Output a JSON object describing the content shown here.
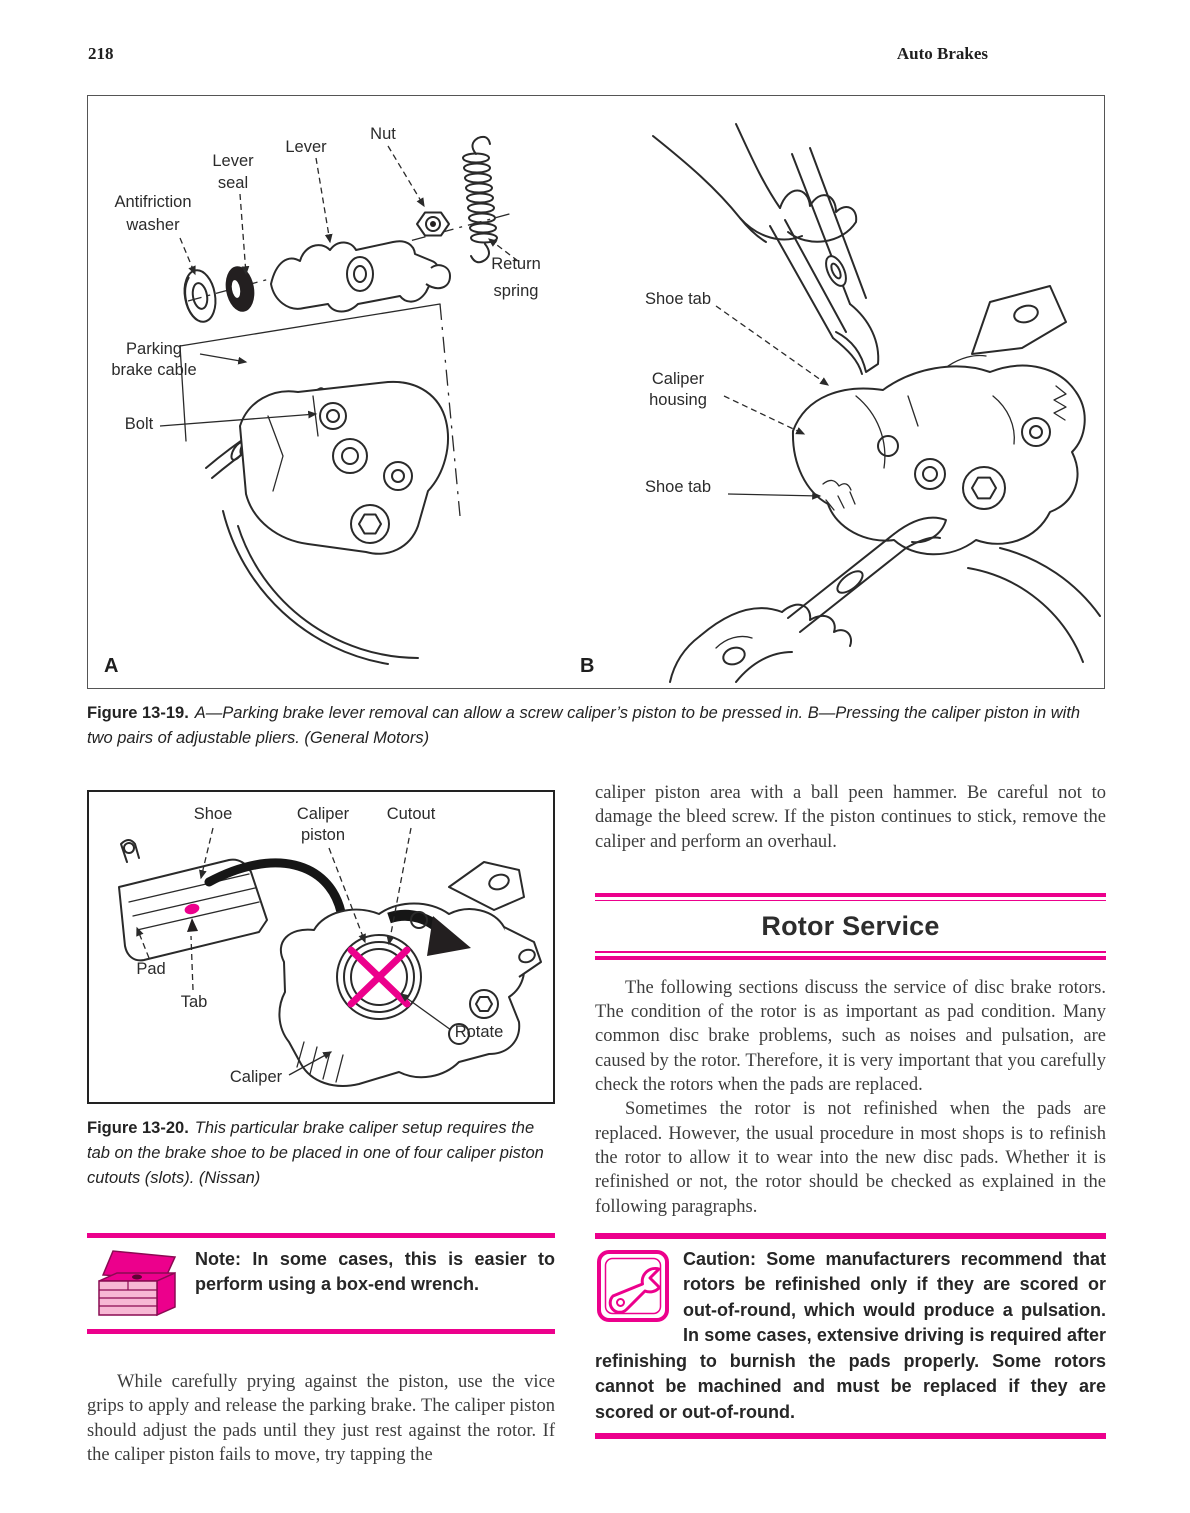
{
  "page": {
    "number": "218",
    "header_title": "Auto Brakes"
  },
  "figure_13_19": {
    "labels": {
      "lever_seal": [
        "Lever",
        "seal"
      ],
      "lever": "Lever",
      "nut": "Nut",
      "antifriction_washer": [
        "Antifriction",
        "washer"
      ],
      "return_spring": [
        "Return",
        "spring"
      ],
      "parking_brake_cable": [
        "Parking",
        "brake cable"
      ],
      "bolt": "Bolt",
      "shoe_tab_upper": "Shoe tab",
      "caliper_housing": [
        "Caliper",
        "housing"
      ],
      "shoe_tab_lower": "Shoe tab",
      "panel_a": "A",
      "panel_b": "B"
    },
    "caption_label": "Figure 13-19.",
    "caption": "A—Parking brake lever removal can allow a screw caliper’s piston to be pressed in. B—Pressing the caliper piston in with two pairs of adjustable pliers. (General Motors)"
  },
  "figure_13_20": {
    "labels": {
      "shoe": "Shoe",
      "caliper_piston": [
        "Caliper",
        "piston"
      ],
      "cutout": "Cutout",
      "pad": "Pad",
      "tab": "Tab",
      "rotate": "Rotate",
      "caliper": "Caliper"
    },
    "caption_label": "Figure 13-20.",
    "caption": "This particular brake caliper setup requires the tab on the brake shoe to be placed in one of four caliper piston cutouts (slots). (Nissan)"
  },
  "note": {
    "icon": "toolbox-icon",
    "text": "Note: In some cases, this is easier to perform using a box-end wrench."
  },
  "left_column": {
    "paragraph": "While carefully prying against the piston, use the vice grips to apply and release the parking brake. The caliper piston should adjust the pads until they just rest against the rotor. If the caliper piston fails to move, try tapping the"
  },
  "right_column": {
    "paragraph_top": "caliper piston area with a ball peen hammer. Be careful not to damage the bleed screw. If the piston continues to stick, remove the caliper and perform an overhaul.",
    "heading": "Rotor Service",
    "paragraph_1": "The following sections discuss the service of disc brake rotors. The condition of the rotor is as important as pad condition. Many common disc brake problems, such as noises and pulsation, are caused by the rotor. Therefore, it is very important that you carefully check the rotors when the pads are replaced.",
    "paragraph_2": "Sometimes the rotor is not refinished when the pads are replaced. However, the usual procedure in most shops is to refinish the rotor to allow it to wear into the new disc pads. Whether it is refinished or not, the rotor should be checked as explained in the following paragraphs.",
    "caution_icon": "wrench-icon",
    "caution": "Caution: Some manufacturers recommend that rotors be refinished only if they are scored or out-of-round, which would produce a pulsation. In some cases, extensive driving is required after refinishing to burnish the pads properly. Some rotors cannot be machined and must be replaced if they are scored or out-of-round."
  },
  "colors": {
    "accent_pink": "#EC008C",
    "toolbox_light": "#F7B8D4",
    "ink": "#272727"
  }
}
